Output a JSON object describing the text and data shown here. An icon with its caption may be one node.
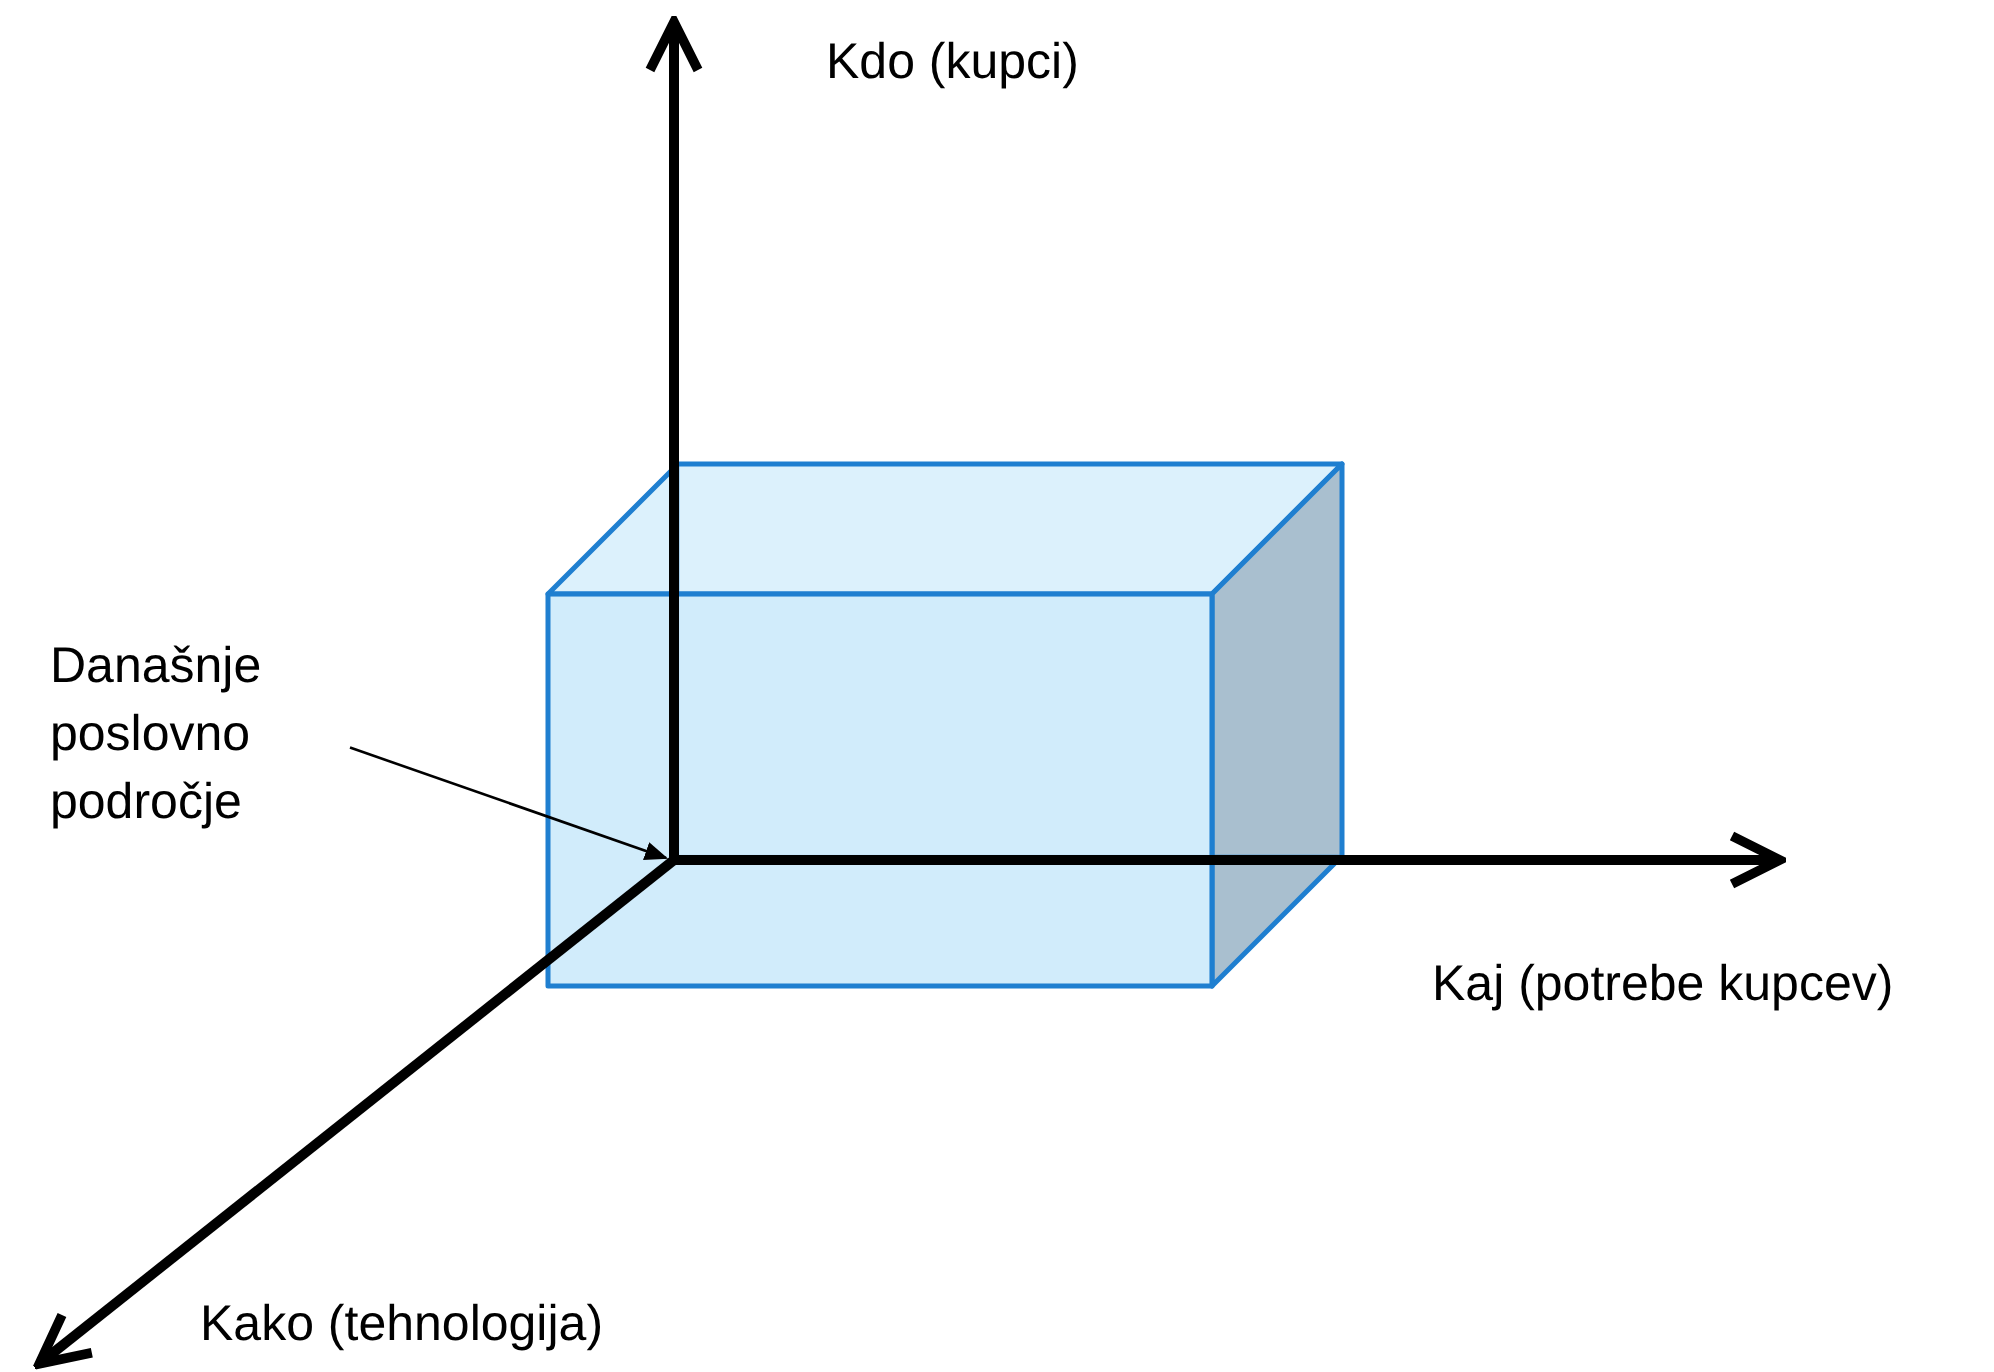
{
  "diagram": {
    "nodes": [
      {
        "text": [
          "Današnje poslovno področje"
        ]
      },
      {
        "text": [],
        "shape": "box"
      }
    ],
    "edges": [
      {
        "from": 0,
        "to": 1,
        "arrow": "to"
      }
    ],
    "labels": [
      "Kdo (kupci)",
      "Kaj (potrebe kupcev)",
      "Kako (tehnologija)"
    ]
  }
}
